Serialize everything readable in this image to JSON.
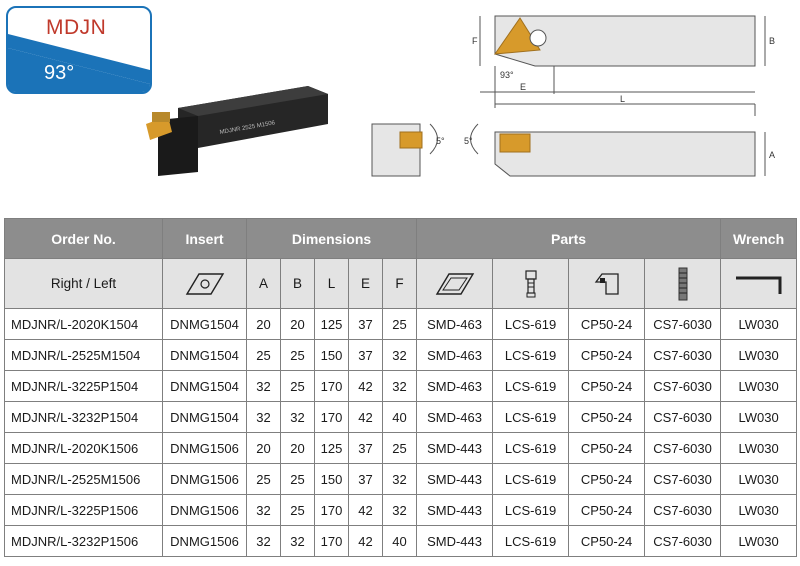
{
  "badge": {
    "code": "MDJN",
    "angle": "93°"
  },
  "photo": {
    "label": "MDJNR 2525 M1506"
  },
  "drawing": {
    "labels": {
      "F": "F",
      "B": "B",
      "E": "E",
      "L": "L",
      "A": "A",
      "angle": "93°",
      "side_angle_1": "5°",
      "side_angle_2": "5°"
    }
  },
  "table": {
    "headers": {
      "order_no": "Order No.",
      "insert": "Insert",
      "dimensions": "Dimensions",
      "parts": "Parts",
      "wrench": "Wrench"
    },
    "subheader": {
      "right_left": "Right / Left",
      "dims": [
        "A",
        "B",
        "L",
        "E",
        "F"
      ],
      "icons": [
        "insert-shape-icon",
        "shim-icon",
        "screw-icon",
        "clamp-icon",
        "pin-screw-icon",
        "hex-key-icon"
      ]
    },
    "rows": [
      [
        "MDJNR/L-2020K1504",
        "DNMG1504",
        "20",
        "20",
        "125",
        "37",
        "25",
        "SMD-463",
        "LCS-619",
        "CP50-24",
        "CS7-6030",
        "LW030"
      ],
      [
        "MDJNR/L-2525M1504",
        "DNMG1504",
        "25",
        "25",
        "150",
        "37",
        "32",
        "SMD-463",
        "LCS-619",
        "CP50-24",
        "CS7-6030",
        "LW030"
      ],
      [
        "MDJNR/L-3225P1504",
        "DNMG1504",
        "32",
        "25",
        "170",
        "42",
        "32",
        "SMD-463",
        "LCS-619",
        "CP50-24",
        "CS7-6030",
        "LW030"
      ],
      [
        "MDJNR/L-3232P1504",
        "DNMG1504",
        "32",
        "32",
        "170",
        "42",
        "40",
        "SMD-463",
        "LCS-619",
        "CP50-24",
        "CS7-6030",
        "LW030"
      ],
      [
        "MDJNR/L-2020K1506",
        "DNMG1506",
        "20",
        "20",
        "125",
        "37",
        "25",
        "SMD-443",
        "LCS-619",
        "CP50-24",
        "CS7-6030",
        "LW030"
      ],
      [
        "MDJNR/L-2525M1506",
        "DNMG1506",
        "25",
        "25",
        "150",
        "37",
        "32",
        "SMD-443",
        "LCS-619",
        "CP50-24",
        "CS7-6030",
        "LW030"
      ],
      [
        "MDJNR/L-3225P1506",
        "DNMG1506",
        "32",
        "25",
        "170",
        "42",
        "32",
        "SMD-443",
        "LCS-619",
        "CP50-24",
        "CS7-6030",
        "LW030"
      ],
      [
        "MDJNR/L-3232P1506",
        "DNMG1506",
        "32",
        "32",
        "170",
        "42",
        "40",
        "SMD-443",
        "LCS-619",
        "CP50-24",
        "CS7-6030",
        "LW030"
      ]
    ]
  },
  "colors": {
    "badge_blue": "#1b73b8",
    "badge_red": "#c0392b",
    "header_gray": "#8d8d8d",
    "subheader_gray": "#e3e3e3",
    "insert_gold": "#d79a2b"
  }
}
